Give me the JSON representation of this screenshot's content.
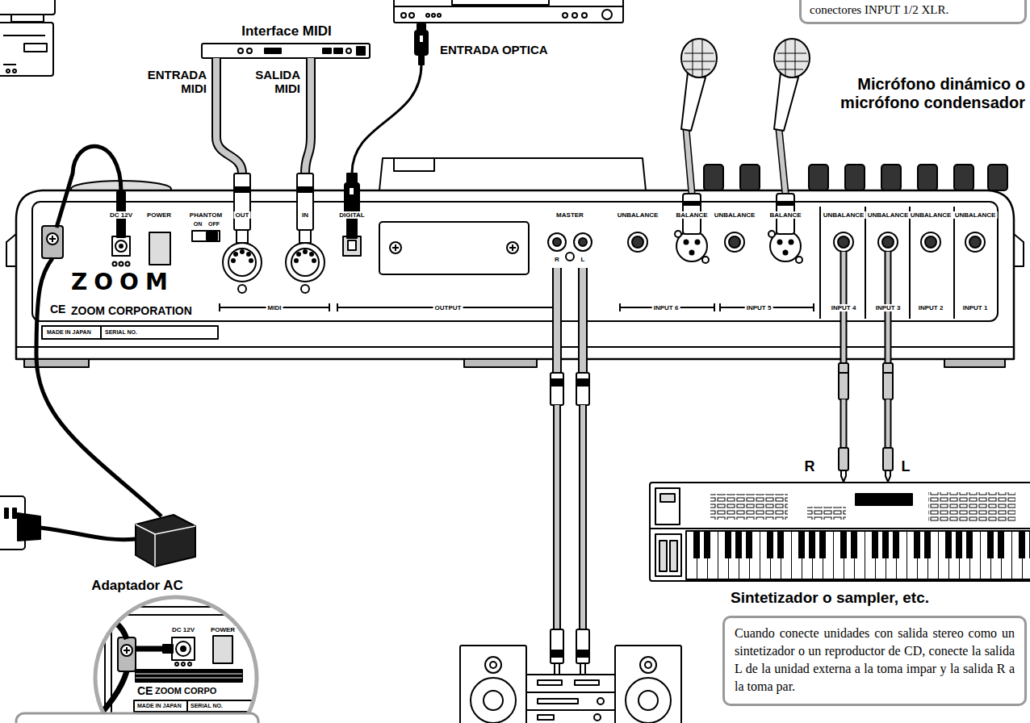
{
  "diagram": {
    "nodes": [
      {
        "text": [
          "conectores INPUT 1/2 XLR."
        ]
      },
      {
        "text": [
          "Cuando conecte unidades con salida stereo como un sintetizador o un reproductor de CD, conecte la salida L de la unidad externa a la toma impar y la salida R a la toma par."
        ]
      }
    ],
    "labels": [
      "Interface MIDI",
      "ENTRADA MIDI",
      "SALIDA MIDI",
      "ENTRADA OPTICA",
      "Micrófono dinámico o micrófono condensador",
      "DC 12V",
      "POWER",
      "PHANTOM",
      "ON",
      "OFF",
      "OUT",
      "IN",
      "MIDI",
      "DIGITAL",
      "OUTPUT",
      "MASTER",
      "R",
      "L",
      "UNBALANCE",
      "BALANCE",
      "INPUT 6",
      "UNBALANCE",
      "BALANCE",
      "INPUT 5",
      "UNBALANCE",
      "UNBALANCE",
      "UNBALANCE",
      "UNBALANCE",
      "INPUT 4",
      "INPUT 3",
      "INPUT 2",
      "INPUT 1",
      "ZOOM",
      "CE",
      "ZOOM CORPORATION",
      "MADE IN JAPAN",
      "SERIAL NO.",
      "R",
      "L",
      "Sintetizador o sampler, etc.",
      "Adaptador AC",
      "DC 12V",
      "POWER",
      "CE",
      "ZOOM CORPO",
      "MADE IN JAPAN",
      "SERIAL NO."
    ]
  }
}
